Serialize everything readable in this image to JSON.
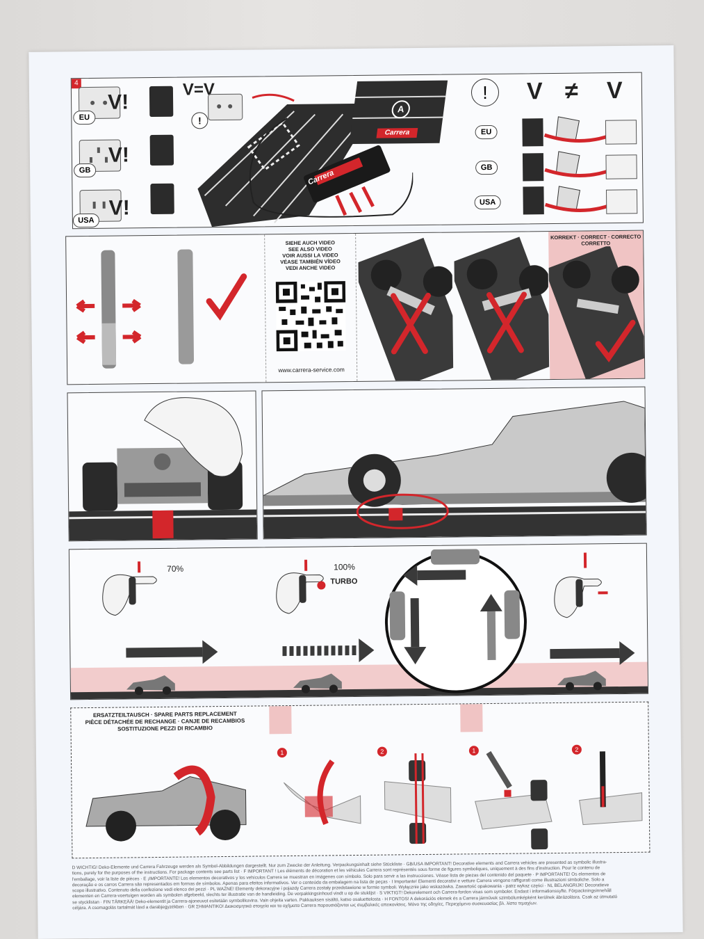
{
  "panel1": {
    "number": "4",
    "voltage_check": "V!",
    "v_equal": "V=V",
    "v_not_equal_left": "V",
    "v_not_equal_sign": "≠",
    "v_not_equal_right": "V",
    "warning_mark": "!",
    "regions_left": [
      "EU",
      "GB",
      "USA"
    ],
    "regions_right": [
      "EU",
      "GB",
      "USA"
    ],
    "brand": "Carrera",
    "track_marker": "A"
  },
  "panel2": {
    "video_heading": [
      "SIEHE AUCH VIDEO",
      "SEE ALSO VIDEO",
      "VOIR AUSSI LA VIDEO",
      "VÉASE TAMBIÉN VÍDEO",
      "VEDI ANCHE VIDEO"
    ],
    "url": "www.carrera-service.com",
    "correct_heading": [
      "KORREKT · CORRECT · CORRECTO",
      "CORRETTO"
    ]
  },
  "panel4": {
    "speed_70": "70%",
    "speed_100": "100%",
    "turbo": "TURBO"
  },
  "panel5": {
    "heading": [
      "ERSATZTEILTAUSCH · SPARE PARTS REPLACEMENT",
      "PIÈCE DÉTACHÉE DE RECHANGE · CANJE DE RECAMBIOS",
      "SOSTITUZIONE PEZZI DI RICAMBIO"
    ],
    "steps": [
      "1",
      "2",
      "1",
      "2"
    ]
  },
  "footer_lines": [
    "D WICHTIG! Deko-Elemente und Carrera Fahrzeuge werden als Symbol-Abbildungen dargestellt. Nur zum Zwecke der Anleitung. Verpackungsinhalt siehe Stückliste · GB/USA IMPORTANT! Decorative elements and Carrera vehicles are presented as symbolic illustra-",
    "tions, purely for the purposes of the instructions. For package contents see parts list · F IMPORTANT ! Les éléments de décoration et les véhicules Carrera sont représentés sous forme de figures symboliques, uniquement à des fins d'instruction. Pour le contenu de",
    "l'emballage, voir la liste de pièces · E ¡IMPORTANTE! Los elementos decorativos y los vehículos Carrera se muestran en imágenes con símbolo. Solo para servir a las instrucciones. Véase lista de piezas del contenido del paquete · P IMPORTANTE! Os elementos de",
    "decoração e os carros Carrera são representados em formas de símbolos. Apenas para efeitos informativos. Ver o conteúdo da embalagem na lista de peças · I Importante! Elementi decorativi e vetture Carrera vengono raffigurati come illustrazioni simboliche. Solo a",
    "scopo illustrativo. Contenuto della confezione vedi elenco dei pezzi · PL WAŻNE! Elementy dekoracyjne i pojazdy Carrera zostały przedstawione w formie symboli. Wyłącznie jako wskazówka. Zawartość opakowania - patrz wykaz części · NL BELANGRIJK! Decoratieve",
    "elementen en Carrera-voertuigen worden als symbolen afgebeeld, slechts ter illustratie van de handleiding. De verpakkingsinhoud vindt u op de stuklijst · S VIKTIGT! Dekorelement och Carrera-fordon visas som symboler. Endast i informationssyfte. Förpackningsinnehåll",
    "se stycklistan · FIN TÄRKEÄÄ! Deko-elementit ja Carrera-ajoneuvot esitetään symbolikuvina. Vain ohjeita varten. Pakkauksen sisältö, katso osaluettelosta · H FONTOS! A dekorációs elemek és a Carrera járművek szimbólumképként kerülnek ábrázolásra. Csak az útmutató",
    "céljára. A csomagolás tartalmát lásd a darabjegyzékben · GR ΣΗΜΑΝΤΙΚΟ! Διακοσμητικά στοιχεία και τα οχήματα Carrera παρουσιάζονται ως συμβολικές απεικονίσεις. Μόνο της οδηγίες. Περιεχόμενο συσκευασίας βλ. λίστα τεμαχίων."
  ]
}
